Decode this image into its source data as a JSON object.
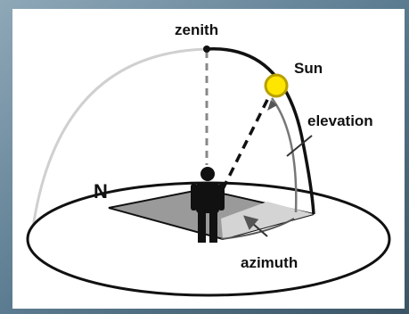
{
  "labels": {
    "zenith": "zenith",
    "sun": "Sun",
    "elevation": "elevation",
    "north": "N",
    "azimuth": "azimuth"
  },
  "colors": {
    "frame_dark": "#3b5566",
    "frame_mid": "#5b7b90",
    "frame_light": "#8fa8b8",
    "sun_fill": "#ffe600",
    "sun_stroke": "#b8a000",
    "ground_fill": "#9a9a9a",
    "ground_light": "#d6d6d6",
    "line": "#111111",
    "dome": "#c8c8c8"
  },
  "icons": {
    "person": "person-icon",
    "sun": "sun-icon"
  }
}
